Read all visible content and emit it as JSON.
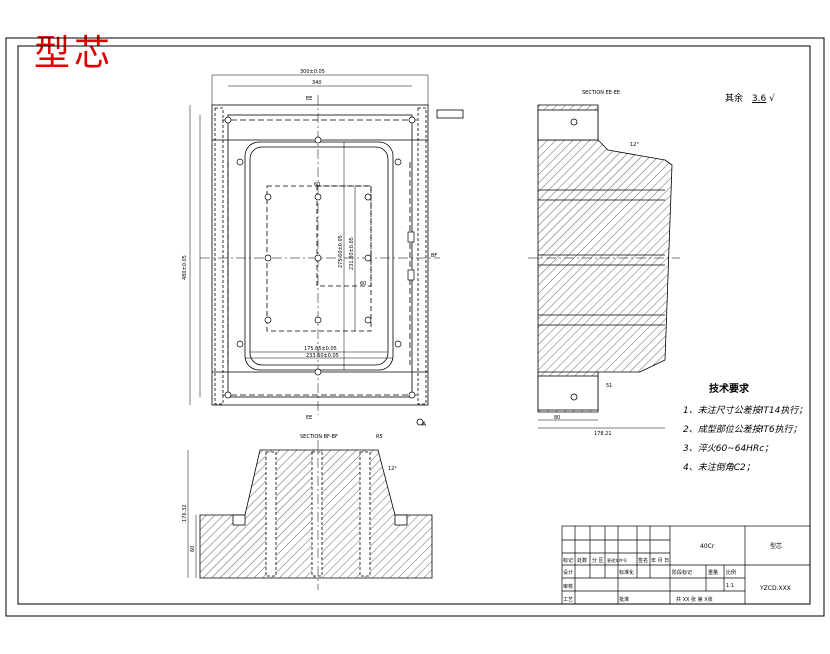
{
  "title": "型芯",
  "roughness": {
    "label": "其余",
    "value": "3.6"
  },
  "tech_requirements": {
    "heading": "技术要求",
    "items": [
      "1、未注尺寸公差按IT14执行；",
      "2、成型部位公差按IT6执行；",
      "3、淬火60~64HRc；",
      "4、未注倒角C2；"
    ]
  },
  "views": {
    "plan_top_dim": "300±0.05",
    "plan_inner_dim": "340",
    "plan_height_dim": "480±0.05",
    "section_top_label": "SECTION EE-EE",
    "section_bottom_label": "SECTION BF-BF",
    "section_marker_e": "EE",
    "section_marker_f": "BF",
    "dim_60": "60",
    "dim_fa": "275.60±0.05",
    "dim_fb": "231.80±0.05",
    "dim_fc": "175.65±0.05",
    "dim_fd": "233.60±0.05",
    "dim_r": "R5",
    "dim_side_total": "178.21",
    "dim_side_51": "51",
    "dim_side_80": "80",
    "dim_sec_h": "176.32",
    "dim_sec_60": "60",
    "dim_angle": "12°",
    "datum": "A"
  },
  "title_block": {
    "material": "40Cr",
    "part_name": "型芯",
    "drawing_no": "YZCD.XXX",
    "scale": "1:1",
    "sheets": "共 XX 张  第 X张",
    "row1": [
      "标记",
      "处数",
      "分 区",
      "更改文件号",
      "签名",
      "年 月 日"
    ],
    "row2": [
      "设计",
      "",
      "",
      "标准化",
      "",
      ""
    ],
    "stage_labels": [
      "阶段标记",
      "重量",
      "比例"
    ],
    "reviewer": "审核",
    "process": "工艺",
    "approve": "批准"
  }
}
